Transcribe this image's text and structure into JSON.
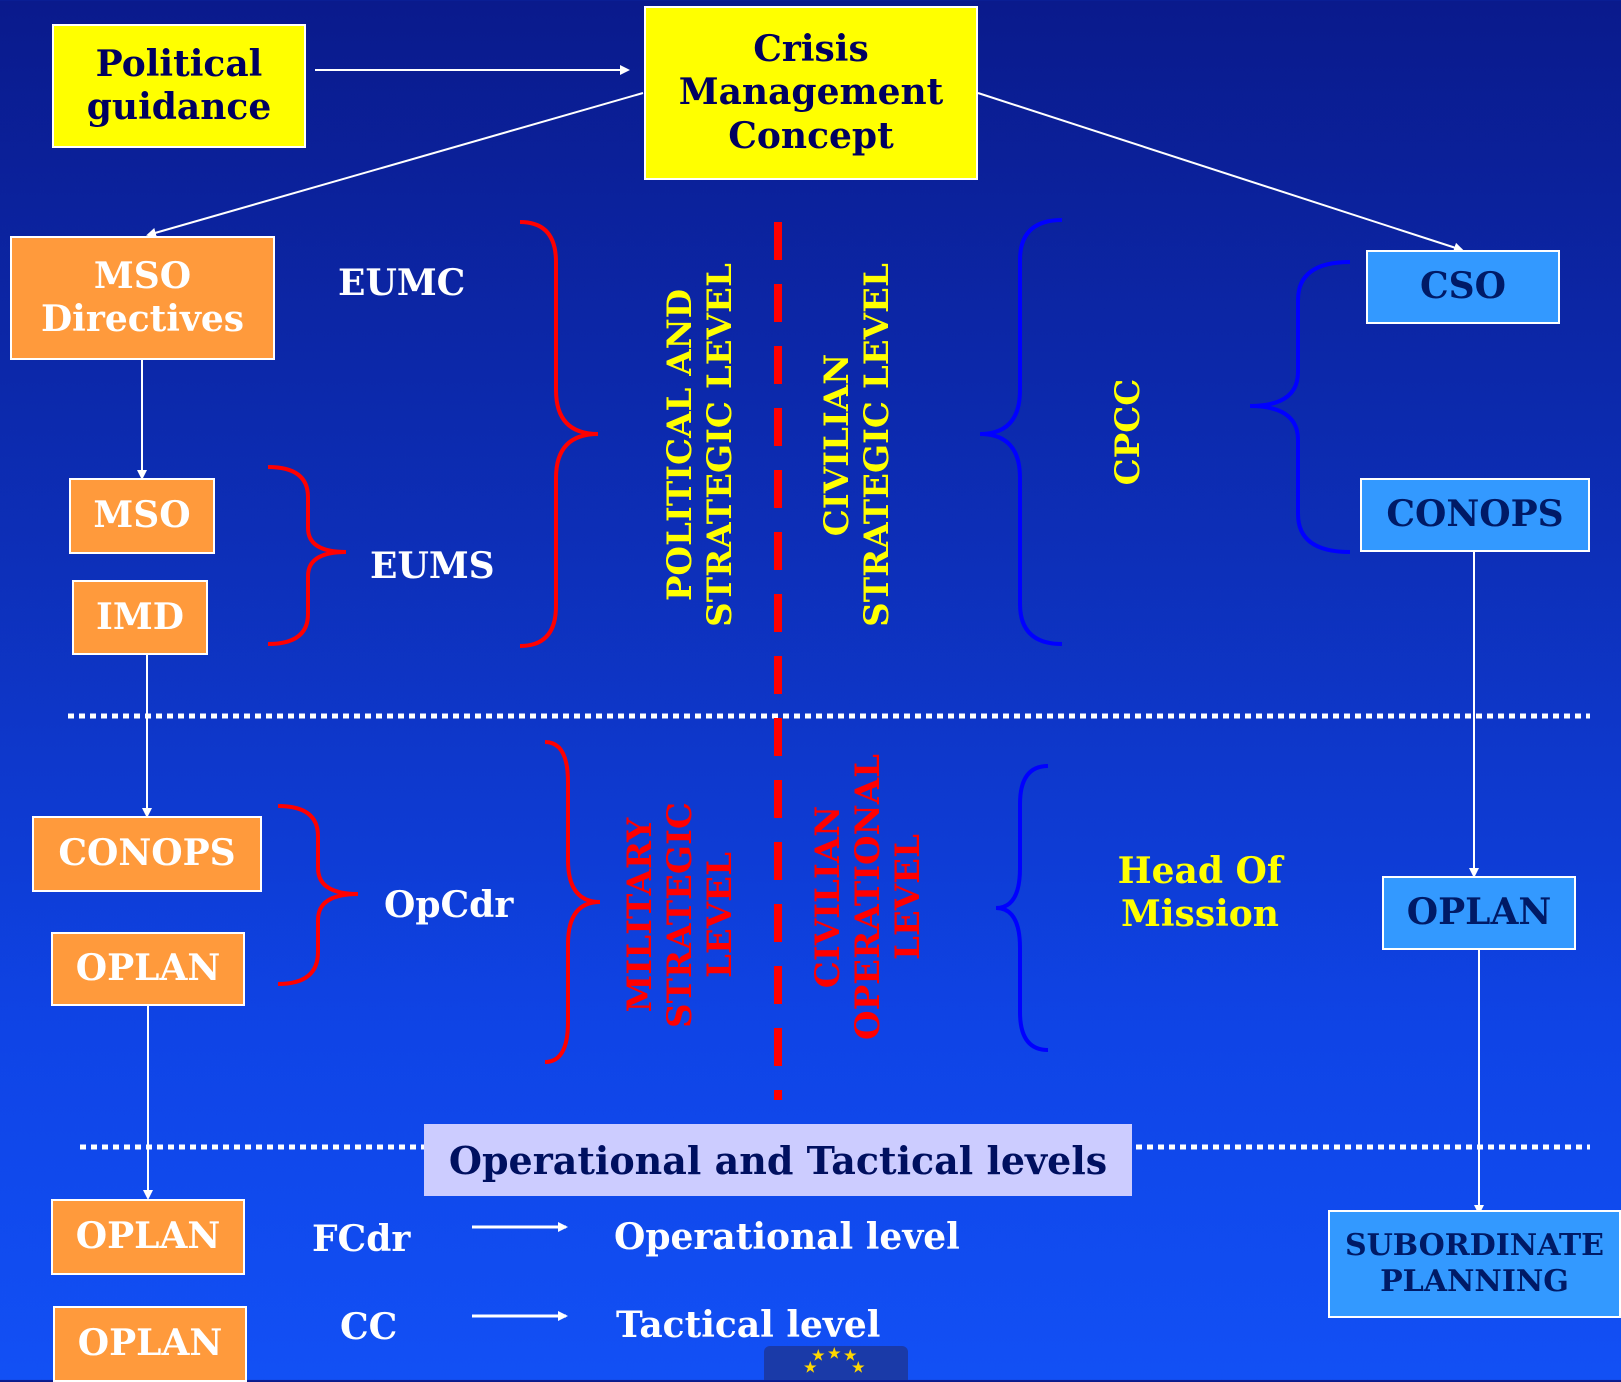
{
  "boxes": {
    "political_guidance": "Political guidance",
    "crisis_management_concept": "Crisis Management Concept",
    "mso_directives": "MSO Directives",
    "mso": "MSO",
    "imd": "IMD",
    "conops_left": "CONOPS",
    "oplan_left": "OPLAN",
    "oplan_operational": "OPLAN",
    "oplan_tactical": "OPLAN",
    "cso": "CSO",
    "conops_right": "CONOPS",
    "oplan_right": "OPLAN",
    "subordinate_planning": "SUBORDINATE PLANNING"
  },
  "labels": {
    "eumc": "EUMC",
    "eums": "EUMS",
    "opcdr": "OpCdr",
    "fcdr": "FCdr",
    "cc": "CC",
    "operational_level": "Operational level",
    "tactical_level": "Tactical level",
    "cpcc": "CPCC",
    "head_of_mission": "Head Of Mission"
  },
  "vertical_labels": {
    "political_strategic": "POLITICAL AND STRATEGIC LEVEL",
    "civilian_strategic": "CIVILIAN STRATEGIC LEVEL",
    "military_strategic": "MILITARY STRATEGIC LEVEL",
    "civilian_operational": "CIVILIAN OPERATIONAL LEVEL"
  },
  "banner": "Operational and Tactical levels",
  "colors": {
    "yellow_box": "#ffff00",
    "orange_box": "#ff9a3c",
    "blue_box": "#3399ff",
    "red_brace": "#ff0000",
    "blue_brace": "#0000ff",
    "dashed_divider": "#ff0000",
    "dotted_line": "#ffffff",
    "banner_bg": "#ccccff"
  },
  "icons": {
    "flag": "eu-flag-icon"
  }
}
